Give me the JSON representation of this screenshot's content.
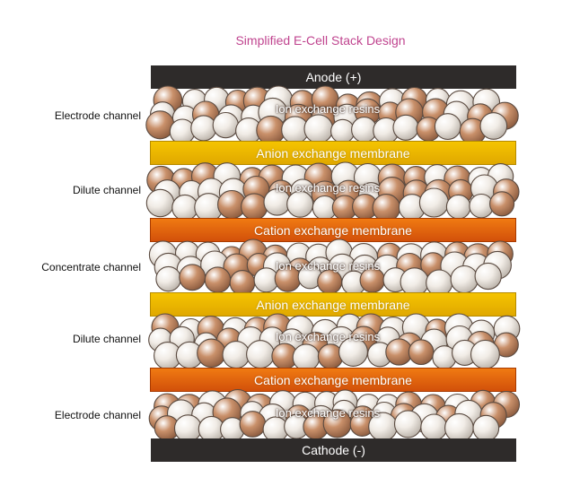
{
  "title": "Simplified E-Cell Stack Design",
  "colors": {
    "title": "#c0448f",
    "electrode": "#2e2b2a",
    "anion_membrane": "#f5c400",
    "cation_membrane": "#f07a12",
    "bead_tan": "#c9906a",
    "bead_white": "#f1ece6"
  },
  "electrodes": {
    "anode": "Anode (+)",
    "cathode": "Cathode (-)"
  },
  "membranes": [
    {
      "label": "Anion exchange membrane",
      "type": "anion"
    },
    {
      "label": "Cation exchange membrane",
      "type": "cation"
    },
    {
      "label": "Anion exchange membrane",
      "type": "anion"
    },
    {
      "label": "Cation exchange membrane",
      "type": "cation"
    }
  ],
  "channels": [
    {
      "label": "Electrode channel",
      "resin": "Ion exchange resins"
    },
    {
      "label": "Dilute channel",
      "resin": "Ion exchange resins"
    },
    {
      "label": "Concentrate channel",
      "resin": "Ion exchange resins"
    },
    {
      "label": "Dilute channel",
      "resin": "Ion exchange resins"
    },
    {
      "label": "Electrode channel",
      "resin": "Ion exchange resins"
    }
  ]
}
